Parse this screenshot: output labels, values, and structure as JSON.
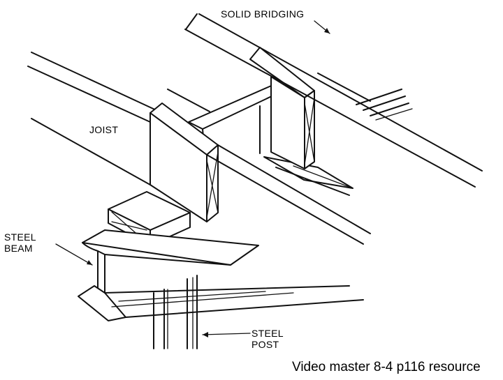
{
  "labels": {
    "solid_bridging": "SOLID BRIDGING",
    "joist": "JOIST",
    "steel_beam_line1": "STEEL",
    "steel_beam_line2": "BEAM",
    "steel_post_line1": "STEEL",
    "steel_post_line2": "POST"
  },
  "caption": "Video master 8-4 p116 resource"
}
